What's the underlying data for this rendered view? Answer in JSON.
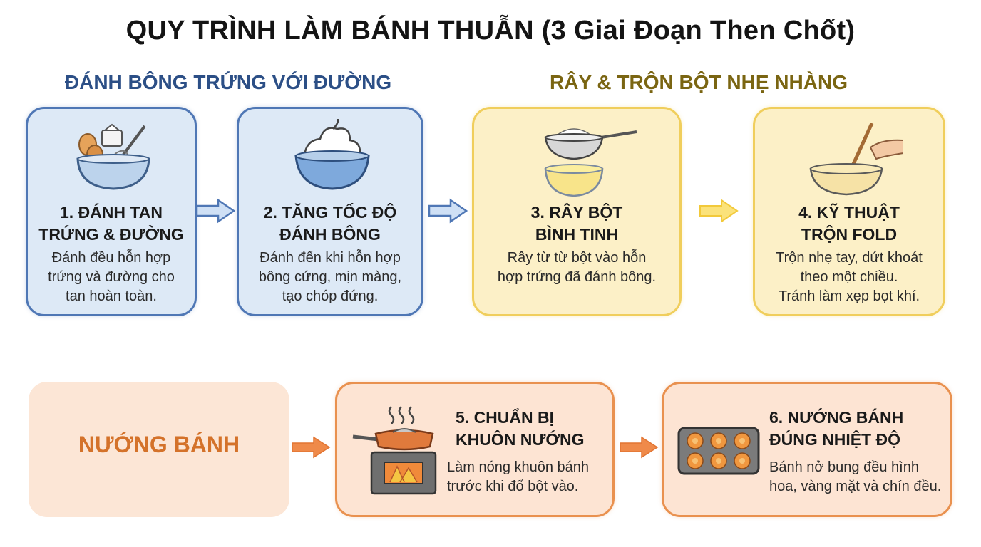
{
  "title": "QUY TRÌNH LÀM BÁNH THUẪN (3 Giai Đoạn Then Chốt)",
  "phases": {
    "phase1": "ĐÁNH BÔNG TRỨNG VỚI ĐƯỜNG",
    "phase2": "RÂY & TRỘN BỘT NHẸ NHÀNG",
    "phase3": "NƯỚNG BÁNH"
  },
  "steps": [
    {
      "title": [
        "1. ĐÁNH TAN",
        "TRỨNG & ĐƯỜNG"
      ],
      "desc": [
        "Đánh đều hỗn hợp",
        "trứng và đường cho",
        "tan hoàn toàn."
      ],
      "icon": "egg-bowl-whisk-icon"
    },
    {
      "title": [
        "2. TĂNG TỐC ĐỘ",
        "ĐÁNH BÔNG"
      ],
      "desc": [
        "Đánh đến khi hỗn hợp",
        "bông cứng, mịn màng,",
        "tạo chóp đứng."
      ],
      "icon": "whipped-cream-bowl-icon"
    },
    {
      "title": [
        "3. RÂY BỘT",
        "BÌNH TINH"
      ],
      "desc": [
        "Rây từ từ bột vào hỗn",
        "hợp trứng đã đánh bông."
      ],
      "icon": "flour-sieve-icon"
    },
    {
      "title": [
        "4. KỸ THUẬT",
        "TRỘN FOLD"
      ],
      "desc": [
        "Trộn nhẹ tay, dứt khoát",
        "theo một chiều.",
        "Tránh làm xẹp bọt khí."
      ],
      "icon": "spatula-fold-icon"
    },
    {
      "title": [
        "5. CHUẨN BỊ",
        "KHUÔN NƯỚNG"
      ],
      "desc": [
        "Làm nóng khuôn bánh",
        "trước khi đổ bột vào."
      ],
      "icon": "stove-mold-icon"
    },
    {
      "title": [
        "6. NƯỚNG BÁNH",
        "ĐÚNG NHIỆT ĐỘ"
      ],
      "desc": [
        "Bánh nở bung đều hình",
        "hoa, vàng mặt và chín đều."
      ],
      "icon": "baking-tray-icon"
    }
  ],
  "colors": {
    "blue": "#4f77b5",
    "yellow": "#f0ce5c",
    "orange": "#e9914f"
  }
}
